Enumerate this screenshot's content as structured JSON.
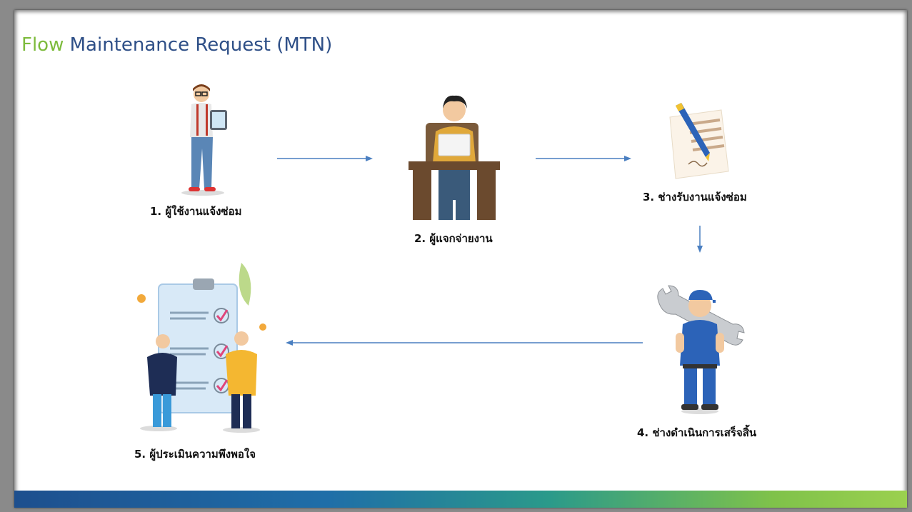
{
  "title": {
    "highlight": "Flow",
    "rest": " Maintenance Request (MTN)"
  },
  "steps": [
    {
      "label": "1. ผู้ใช้งานแจ้งซ่อม"
    },
    {
      "label": "2. ผู้แจกจ่ายงาน"
    },
    {
      "label": "3. ช่างรับงานแจ้งซ่อม"
    },
    {
      "label": "4. ช่างดำเนินการเสร็จสิ้น"
    },
    {
      "label": "5. ผู้ประเมินความพึงพอใจ"
    }
  ],
  "colors": {
    "title_highlight": "#7dbb3c",
    "title_main": "#2e4f87",
    "arrow": "#4a7fc1"
  }
}
